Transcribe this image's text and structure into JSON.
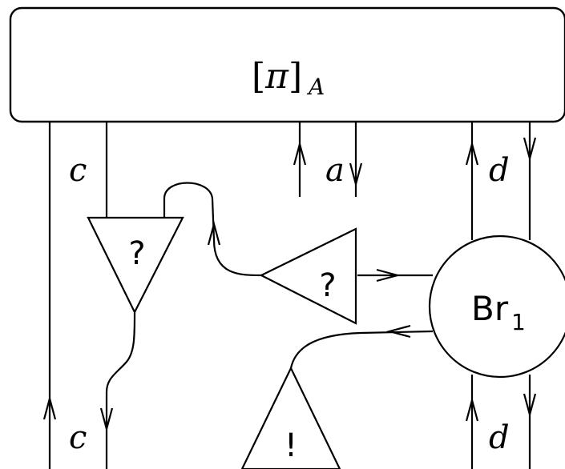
{
  "box": {
    "label_open": "[",
    "label_pi": "π",
    "label_close": "]",
    "label_sub": "A"
  },
  "wires": {
    "c_top": "c",
    "a": "a",
    "d_top": "d",
    "c_bottom": "c",
    "d_bottom": "d"
  },
  "nodes": {
    "why_not_left": "?",
    "why_not_mid": "?",
    "bang": "!",
    "br_main": "Br",
    "br_sub": "1"
  }
}
